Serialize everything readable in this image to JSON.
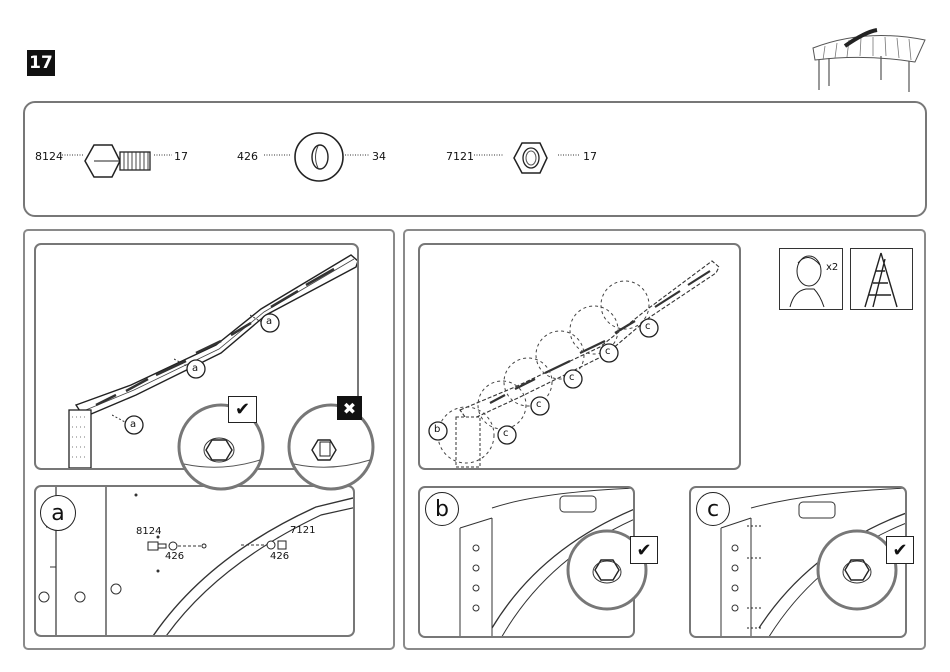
{
  "step": {
    "number": "17"
  },
  "parts": [
    {
      "id": "8124",
      "qty": "17",
      "icon": "bolt-icon"
    },
    {
      "id": "426",
      "qty": "34",
      "icon": "washer-icon"
    },
    {
      "id": "7121",
      "qty": "17",
      "icon": "nut-icon"
    }
  ],
  "left_view": {
    "callouts": [
      "a",
      "a",
      "a"
    ],
    "correct_mark": "✔",
    "wrong_mark": "✖"
  },
  "detail_a": {
    "letter": "a",
    "labels": {
      "bolt": "8124",
      "washer_left": "426",
      "nut": "7121",
      "washer_right": "426"
    }
  },
  "right_view": {
    "callouts": [
      "b",
      "c",
      "c",
      "c",
      "c",
      "c"
    ],
    "persons": "x2"
  },
  "detail_b": {
    "letter": "b",
    "check": "✔"
  },
  "detail_c": {
    "letter": "c",
    "check": "✔"
  }
}
